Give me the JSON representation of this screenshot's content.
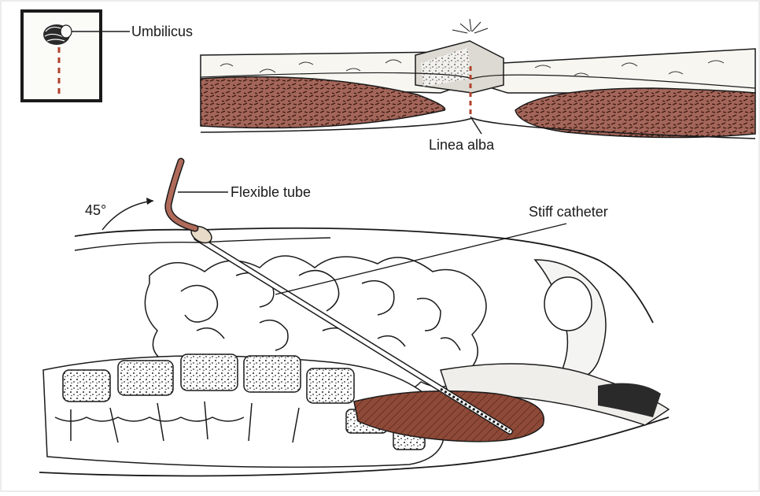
{
  "labels": {
    "umbilicus": "Umbilicus",
    "linea_alba": "Linea alba",
    "flexible_tube": "Flexible tube",
    "stiff_catheter": "Stiff catheter",
    "angle": "45°"
  },
  "colors": {
    "muscle": "#8a5040",
    "muscle_dark": "#5a2a1e",
    "line": "#1a1a1a",
    "incision": "#b0432c",
    "bladder": "#8e4a38"
  }
}
